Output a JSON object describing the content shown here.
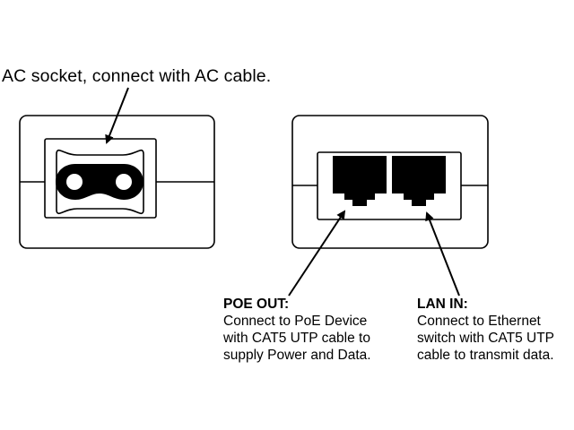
{
  "ac_socket": {
    "label": "AC socket, connect with AC cable."
  },
  "poe_out": {
    "heading": "POE OUT:",
    "lines": [
      "Connect to PoE Device",
      "with CAT5 UTP cable to",
      "supply Power and Data."
    ]
  },
  "lan_in": {
    "heading": "LAN IN:",
    "lines": [
      "Connect to Ethernet",
      "switch with CAT5 UTP",
      "cable to transmit data."
    ]
  },
  "colors": {
    "ink": "#000000",
    "background": "#ffffff"
  }
}
